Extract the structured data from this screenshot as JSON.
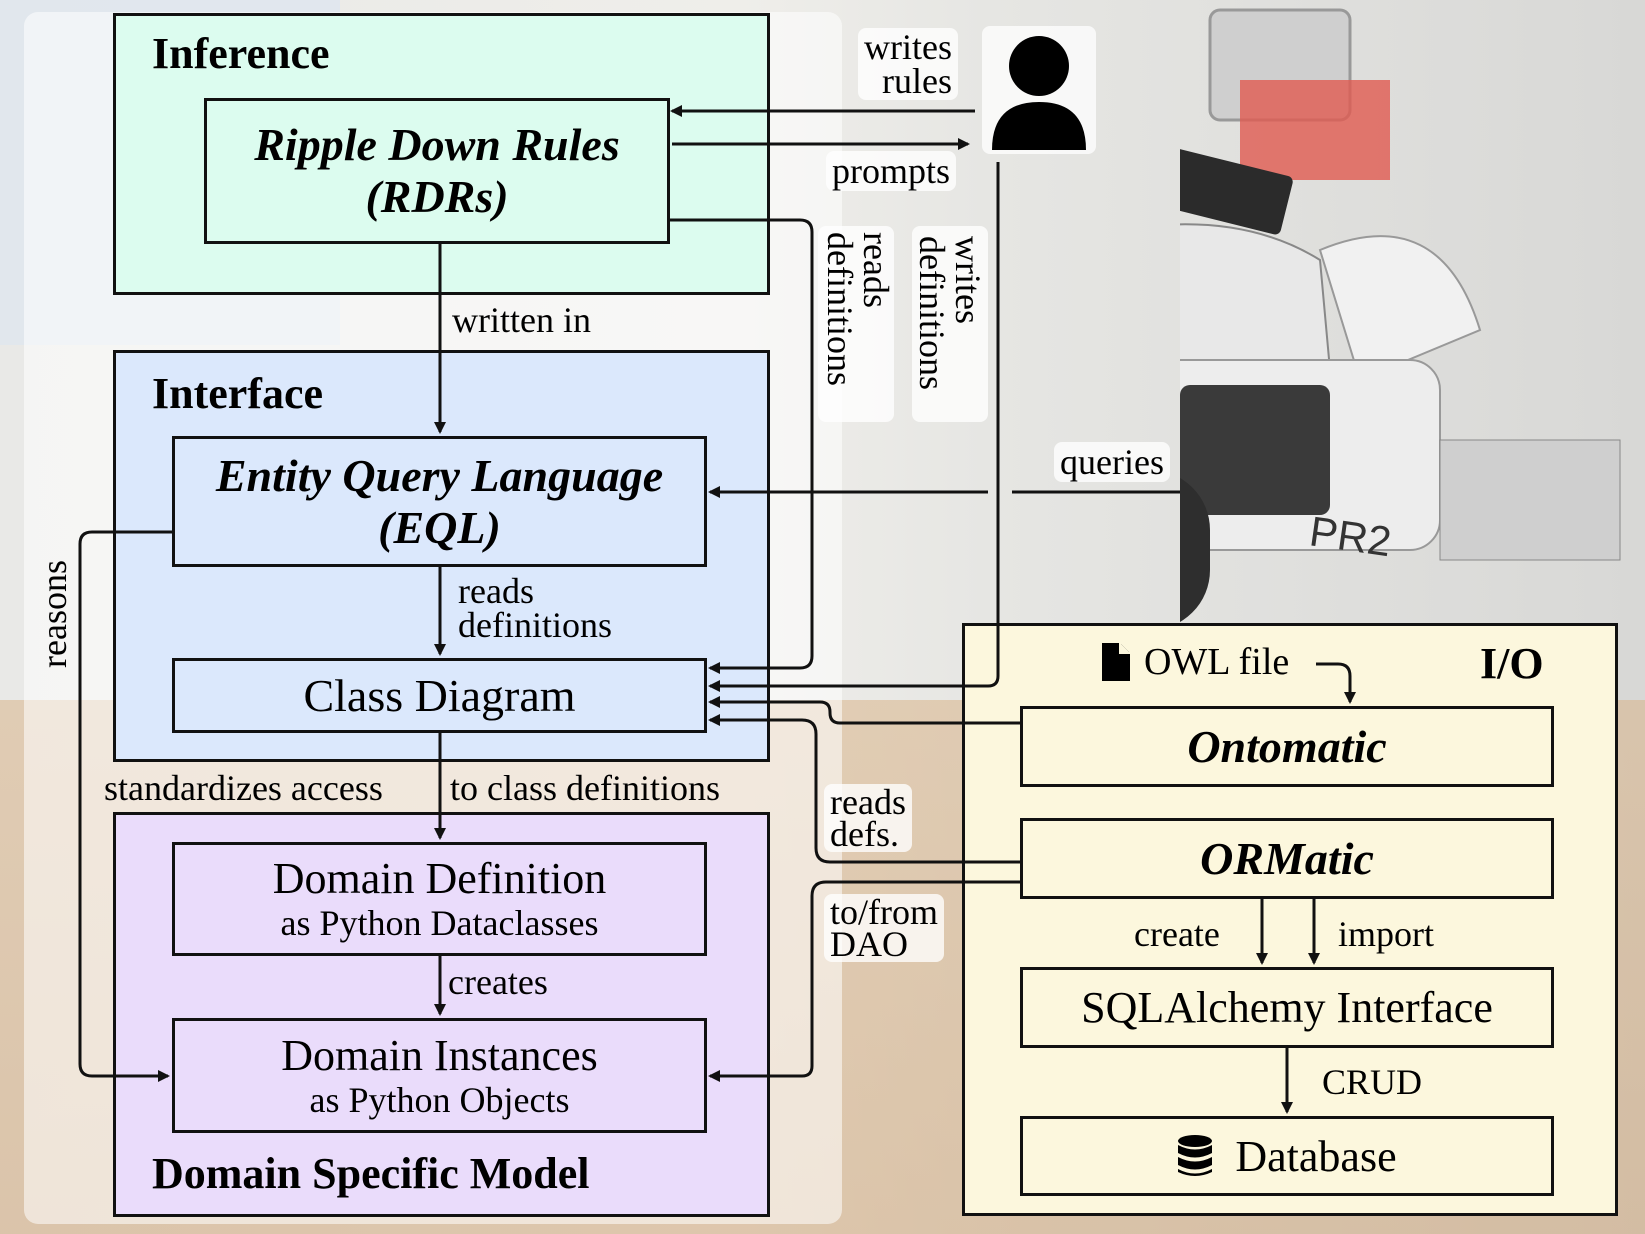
{
  "inference": {
    "title": "Inference",
    "rdr_line1": "Ripple Down Rules",
    "rdr_line2": "(RDRs)"
  },
  "interface": {
    "title": "Interface",
    "eql_line1": "Entity Query Language",
    "eql_line2": "(EQL)",
    "class_diagram": "Class Diagram"
  },
  "domain_model": {
    "title": "Domain Specific Model",
    "definition_line1": "Domain Definition",
    "definition_line2": "as Python Dataclasses",
    "instances_line1": "Domain Instances",
    "instances_line2": "as Python Objects"
  },
  "io": {
    "title": "I/O",
    "owl_file": "OWL file",
    "ontomatic": "Ontomatic",
    "ormatic": "ORMatic",
    "sqlalchemy": "SQLAlchemy Interface",
    "database": "Database"
  },
  "edges": {
    "writes_rules_1": "writes",
    "writes_rules_2": "rules",
    "prompts": "prompts",
    "reads_definitions_top": "reads definitions",
    "writes_definitions": "writes definitions",
    "written_in": "written in",
    "queries": "queries",
    "reads_definitions_1": "reads",
    "reads_definitions_2": "definitions",
    "reasons": "reasons",
    "standardizes_1": "standardizes access",
    "standardizes_2": "to class definitions",
    "creates": "creates",
    "reads_defs_1": "reads",
    "reads_defs_2": "defs.",
    "to_from_1": "to/from",
    "to_from_2": "DAO",
    "create": "create",
    "import": "import",
    "crud": "CRUD"
  },
  "robot_label": "PR2",
  "icons": [
    "user-icon",
    "file-icon",
    "database-icon"
  ],
  "colors": {
    "inference_fill": "#dcfcef",
    "interface_fill": "#dbe8fc",
    "domain_fill": "#eadcfb",
    "io_fill": "#fcf7dd"
  }
}
